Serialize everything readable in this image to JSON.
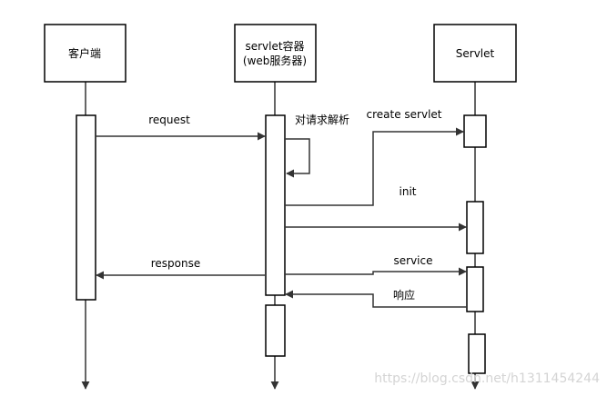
{
  "participants": {
    "client": {
      "label": "客户端"
    },
    "container": {
      "label_line1": "servlet容器",
      "label_line2": "(web服务器)"
    },
    "servlet": {
      "label": "Servlet"
    }
  },
  "messages": {
    "request": "request",
    "parse": "对请求解析",
    "create": "create servlet",
    "init": "init",
    "service": "service",
    "respond": "响应",
    "response": "response"
  },
  "watermark": "https://blog.csdn.net/h1311454244",
  "colors": {
    "line": "#333333",
    "box_border": "#000000",
    "background": "#ffffff",
    "watermark": "#d4d4d4"
  }
}
